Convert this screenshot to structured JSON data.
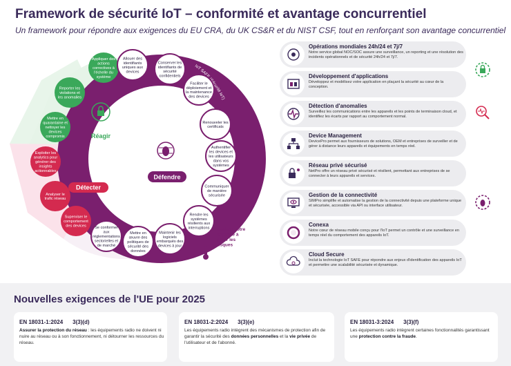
{
  "header": {
    "title": "Framework de sécurité IoT – conformité et avantage concurrentiel",
    "subtitle": "Un framework pour répondre aux exigences du EU CRA, du UK CS&R et du NIST CSF, tout en renforçant son avantage concurrentiel"
  },
  "colors": {
    "purple": "#7a1f6e",
    "red": "#d42a4f",
    "green": "#3aa85a",
    "light_green": "#e6f4e8",
    "light_pink": "#fbe2ea",
    "light_lilac": "#f1e6f0",
    "navy": "#3a2a5a"
  },
  "diagram": {
    "center_label": "Défendre",
    "react_label": "Réagir",
    "detect_label": "Détecter",
    "arc_label": "IoT SAFE (Sécurité IoT)",
    "risk_label": [
      "Évaluer votre",
      "capacité à",
      "gérer les",
      "risques"
    ],
    "green_circles": [
      [
        "Appliquer des",
        "actions",
        "correctives à",
        "l'échelle du",
        "système"
      ],
      [
        "Reporter les",
        "violations et",
        "les anomalies"
      ],
      [
        "Mettre en",
        "quarantaine et",
        "nettoyer les",
        "devices",
        "compromis"
      ]
    ],
    "red_circles": [
      [
        "Exploiter les",
        "analytics pour",
        "générer des",
        "insights",
        "actionnables"
      ],
      [
        "Analyser le",
        "trafic réseau"
      ],
      [
        "Superviser le",
        "comportement",
        "des devices"
      ]
    ],
    "purple_circles": [
      [
        "Allouer des",
        "identifiants",
        "uniques aux",
        "devices"
      ],
      [
        "Conserver les",
        "identifiants de",
        "sécurité",
        "confidentiels"
      ],
      [
        "Faciliter le",
        "déploiement et",
        "la maintenance",
        "des devices"
      ],
      [
        "Renouveler les",
        "certificats"
      ],
      [
        "Authentifier",
        "les devices et",
        "les utilisateurs",
        "dans vos",
        "systèmes"
      ],
      [
        "Communiquer",
        "de manière",
        "sécurisée"
      ],
      [
        "Rendre les",
        "systèmes",
        "résilients aux",
        "interruptions"
      ],
      [
        "Maintenir les",
        "logiciels",
        "embarqués des",
        "devices à jour"
      ],
      [
        "Mettre en",
        "œuvre des",
        "politiques de",
        "sécurité des",
        "données"
      ],
      [
        "Se conformer",
        "aux",
        "réglementations",
        "sectorielles et",
        "de marché"
      ]
    ]
  },
  "services": [
    {
      "title": "Opérations mondiales 24h/24 et 7j/7",
      "desc": "Notre service global NOC/SOC assure une surveillance, un reporting et une résolution des incidents opérationnels et de sécurité 24h/24 et 7j/7.",
      "icon": "globe-gear-icon"
    },
    {
      "title": "Développement d'applications",
      "desc": "Développez et modélisez votre application en plaçant la sécurité au cœur de la conception.",
      "icon": "app-window-icon"
    },
    {
      "title": "Détection d'anomalies",
      "desc": "Surveillez les communications entre les appareils et les points de terminaison cloud, et identifiez les écarts par rapport au comportement normal.",
      "icon": "heartbeat-icon"
    },
    {
      "title": "Device Management",
      "desc": "DevicePro permet aux fournisseurs de solutions, OEM et entreprises de surveiller et de gérer à distance leurs appareils et équipements en temps réel.",
      "icon": "device-network-icon"
    },
    {
      "title": "Réseau privé sécurisé",
      "desc": "NetPro offre un réseau privé sécurisé et résilient, permettant aux entreprises de se connecter à leurs appareils et services.",
      "icon": "lock-network-icon"
    },
    {
      "title": "Gestion de la connectivité",
      "desc": "SIMPro simplifie et automatise la gestion de la connectivité depuis une plateforme unique et sécurisée, accessible via API ou interface utilisateur.",
      "icon": "monitor-eye-icon"
    },
    {
      "title": "Conexa",
      "desc": "Notre cœur de réseau mobile conçu pour l'IoT permet un contrôle et une surveillance en temps réel du comportement des appareils IoT.",
      "icon": "conexa-logo-icon"
    },
    {
      "title": "Cloud Secure",
      "desc": "Inclut la technologie IoT SAFE pour répondre aux enjeux d'identification des appareils IoT et permettre une scalabilité sécurisée et dynamique.",
      "icon": "cloud-fingerprint-icon"
    }
  ],
  "eu": {
    "title": "Nouvelles exigences de l'UE pour 2025",
    "cards": [
      {
        "std": "EN 18031-1:2024",
        "clause": "3(3)(d)",
        "pre": "",
        "b1": "Assurer la protection du réseau",
        "mid": " : les équipements radio ne doivent ni nuire au réseau ou à son fonctionnement, ni détourner les ressources du réseau.",
        "b2": "",
        "post": ""
      },
      {
        "std": "EN 18031-2:2024",
        "clause": "3(3)(e)",
        "pre": "Les équipements radio intègrent des mécanismes de protection afin de garantir la sécurité des ",
        "b1": "données personnelles",
        "mid": " et la ",
        "b2": "vie privée",
        "post": " de l'utilisateur et de l'abonné."
      },
      {
        "std": "EN 18031-3:2024",
        "clause": "3(3)(f)",
        "pre": "Les équipements radio intègrent certaines fonctionnalités garantissant une ",
        "b1": "protection contre la fraude",
        "mid": ".",
        "b2": "",
        "post": ""
      }
    ]
  }
}
